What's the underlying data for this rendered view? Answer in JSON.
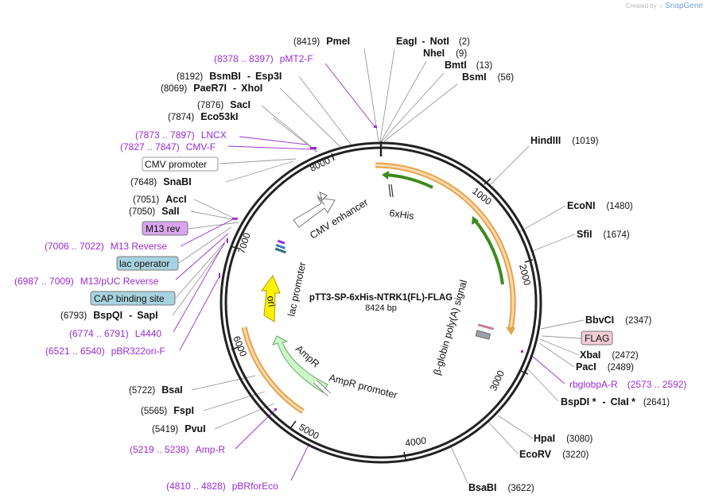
{
  "credit": {
    "prefix": "Created by",
    "brand": "SnapGene"
  },
  "plasmid": {
    "name": "pTT3-SP-6xHis-NTRK1(FL)-FLAG",
    "length": "8424 bp"
  },
  "ticks": [
    "1000",
    "2000",
    "3000",
    "4000",
    "5000",
    "6000",
    "7000",
    "8000"
  ],
  "enzymes": [
    {
      "name": "PmeI",
      "pos": "(8419)"
    },
    {
      "name": "EagI",
      "sep": "-",
      "name2": "NotI",
      "pos": "(2)"
    },
    {
      "name": "NheI",
      "pos": "(9)"
    },
    {
      "name": "BmtI",
      "pos": "(13)"
    },
    {
      "name": "BsmI",
      "pos": "(56)"
    },
    {
      "name": "BsmBI",
      "sep": "-",
      "name2": "Esp3I",
      "pos": "(8192)"
    },
    {
      "name": "PaeR7I",
      "sep": "-",
      "name2": "XhoI",
      "pos": "(8069)"
    },
    {
      "name": "SacI",
      "pos": "(7876)"
    },
    {
      "name": "Eco53kI",
      "pos": "(7874)"
    },
    {
      "name": "SnaBI",
      "pos": "(7648)"
    },
    {
      "name": "AccI",
      "pos": "(7051)"
    },
    {
      "name": "SalI",
      "pos": "(7050)"
    },
    {
      "name": "BspQI",
      "sep": "-",
      "name2": "SapI",
      "pos": "(6793)"
    },
    {
      "name": "BsaI",
      "pos": "(5722)"
    },
    {
      "name": "FspI",
      "pos": "(5565)"
    },
    {
      "name": "PvuI",
      "pos": "(5419)"
    },
    {
      "name": "HindIII",
      "pos": "(1019)"
    },
    {
      "name": "EcoNI",
      "pos": "(1480)"
    },
    {
      "name": "SfiI",
      "pos": "(1674)"
    },
    {
      "name": "BbvCI",
      "pos": "(2347)"
    },
    {
      "name": "XbaI",
      "pos": "(2472)"
    },
    {
      "name": "PacI",
      "pos": "(2489)"
    },
    {
      "name": "BspDI *",
      "sep": "-",
      "name2": "ClaI *",
      "pos": "(2641)"
    },
    {
      "name": "HpaI",
      "pos": "(3080)"
    },
    {
      "name": "EcoRV",
      "pos": "(3220)"
    },
    {
      "name": "BsaBI",
      "pos": "(3622)"
    }
  ],
  "primers": [
    {
      "range": "(8378 .. 8397)",
      "name": "pMT2-F"
    },
    {
      "range": "(7873 .. 7897)",
      "name": "LNCX"
    },
    {
      "range": "(7827 .. 7847)",
      "name": "CMV-F"
    },
    {
      "range": "(7006 .. 7022)",
      "name": "M13 Reverse"
    },
    {
      "range": "(6987 .. 7009)",
      "name": "M13/pUC Reverse"
    },
    {
      "range": "(6774 .. 6791)",
      "name": "L4440"
    },
    {
      "range": "(6521 .. 6540)",
      "name": "pBR322ori-F"
    },
    {
      "range": "(5219 .. 5238)",
      "name": "Amp-R"
    },
    {
      "range": "(4810 .. 4828)",
      "name": "pBRforEco"
    },
    {
      "name": "rbglobpA-R",
      "range": "(2573 .. 2592)"
    }
  ],
  "boxed": [
    {
      "label": "CMV promoter",
      "color": "#ffffff"
    },
    {
      "label": "M13 rev",
      "color": "#d9a6ee"
    },
    {
      "label": "lac operator",
      "color": "#a8d2e0"
    },
    {
      "label": "CAP binding site",
      "color": "#a8d2e0"
    },
    {
      "label": "FLAG",
      "color": "#f2cdd6"
    }
  ],
  "features": {
    "cmv_enhancer": "CMV enhancer",
    "his": "6xHis",
    "lac_promoter": "lac promoter",
    "ori": "ori",
    "ampr": "AmpR",
    "ampr_promoter": "AmpR promoter",
    "globin": "β-globin poly(A) signal"
  }
}
